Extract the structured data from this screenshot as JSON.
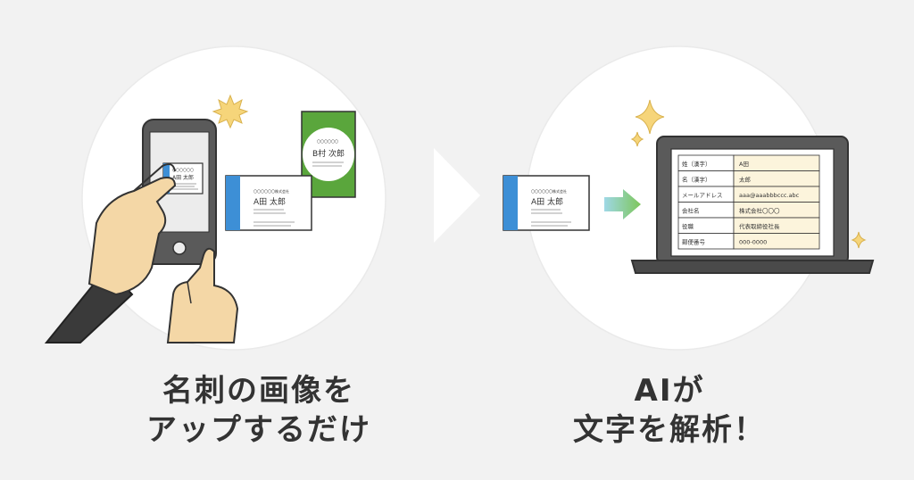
{
  "left_panel": {
    "caption_line1": "名刺の画像を",
    "caption_line2": "アップするだけ",
    "phone_card": {
      "title": "〇〇〇〇〇〇",
      "name": "A田 太郎"
    },
    "blue_card": {
      "company": "〇〇〇〇〇〇株式会社",
      "name": "A田 太郎"
    },
    "green_card": {
      "company": "〇〇〇〇〇〇",
      "name": "B村 次郎"
    }
  },
  "right_panel": {
    "caption_line1": "AIが",
    "caption_line2": "文字を解析！",
    "card": {
      "company": "〇〇〇〇〇〇株式会社",
      "name": "A田 太郎"
    },
    "table_rows": [
      {
        "label": "姓（漢字）",
        "value": "A田"
      },
      {
        "label": "名（漢字）",
        "value": "太郎"
      },
      {
        "label": "メールアドレス",
        "value": "aaa@aaabbbccc.abc"
      },
      {
        "label": "会社名",
        "value": "株式会社〇〇〇"
      },
      {
        "label": "役職",
        "value": "代表取締役社長"
      },
      {
        "label": "郵便番号",
        "value": "000-0000"
      }
    ]
  },
  "colors": {
    "background": "#f2f2f2",
    "circle": "#ffffff",
    "card_blue": "#3d8fd6",
    "card_green": "#5aa63c",
    "skin": "#f4d7a6",
    "sparkle": "#f6d57a",
    "arrow_start": "#9fd8e6",
    "arrow_end": "#7dc65a",
    "table_value_bg": "#fcf4dc"
  },
  "icons": [
    "sparkle-icon",
    "burst-icon",
    "chevron-right-icon",
    "arrow-right-icon"
  ]
}
